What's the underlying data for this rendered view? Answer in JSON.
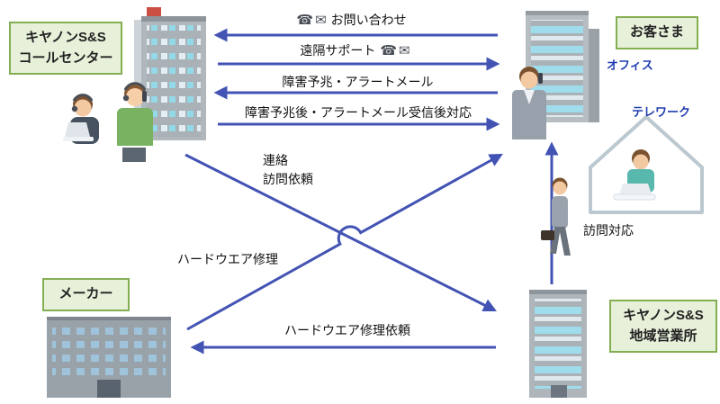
{
  "colors": {
    "arrow_blue": "#4353b4",
    "green_box_bg": "#e7f1da",
    "green_box_border": "#84ae52",
    "blue_text": "#1f3cb0",
    "label_text": "#111111"
  },
  "nodes": {
    "call_center": {
      "label": "キヤノンS&S\nコールセンター"
    },
    "customer": {
      "label": "お客さま",
      "office_label": "オフィス",
      "telework_label": "テレワーク"
    },
    "maker": {
      "label": "メーカー"
    },
    "regional_office": {
      "label": "キヤノンS&S\n地域営業所"
    }
  },
  "flows": {
    "inquiry": {
      "label": "お問い合わせ"
    },
    "remote_support": {
      "label": "遠隔サポート"
    },
    "failure_alert": {
      "label": "障害予兆・アラートメール"
    },
    "alert_response": {
      "label": "障害予兆後・アラートメール受信後対応"
    },
    "contact_visit_request": {
      "label": "連絡\n訪問依頼"
    },
    "hardware_repair": {
      "label": "ハードウエア修理"
    },
    "visit_support": {
      "label": "訪問対応"
    },
    "hardware_repair_request": {
      "label": "ハードウエア修理依頼"
    }
  },
  "icons": {
    "phone": "☎",
    "mail": "✉"
  }
}
